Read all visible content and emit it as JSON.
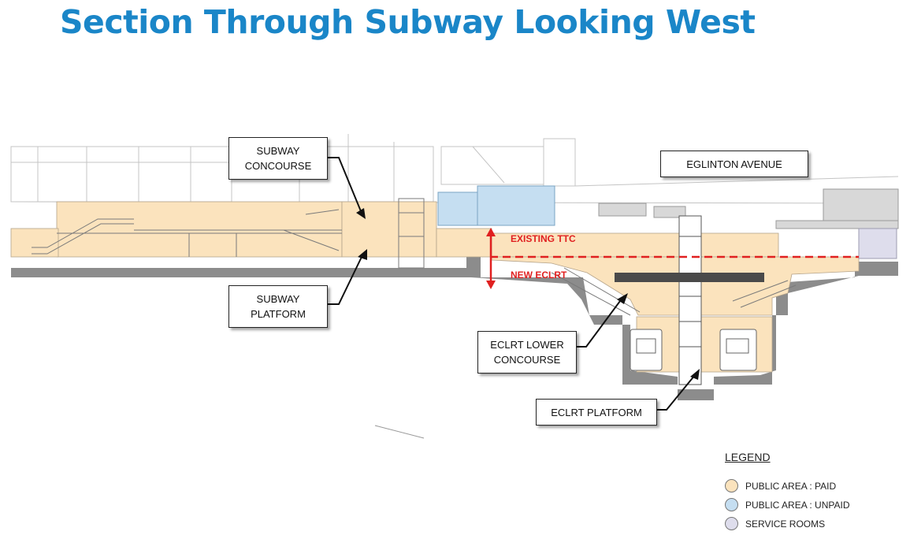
{
  "title": "Section Through Subway Looking West",
  "callouts": {
    "subway_concourse": [
      "SUBWAY",
      "CONCOURSE"
    ],
    "eglinton_avenue": "EGLINTON AVENUE",
    "subway_platform": [
      "SUBWAY",
      "PLATFORM"
    ],
    "eclrt_lower_concourse": [
      "ECLRT LOWER",
      "CONCOURSE"
    ],
    "eclrt_platform": "ECLRT PLATFORM"
  },
  "level_labels": {
    "existing": "EXISTING TTC",
    "new": "NEW ECLRT"
  },
  "legend": {
    "title": "LEGEND",
    "items": [
      {
        "label": "PUBLIC AREA : PAID",
        "color": "#fbe3bd"
      },
      {
        "label": "PUBLIC AREA : UNPAID",
        "color": "#c5def1"
      },
      {
        "label": "SERVICE ROOMS",
        "color": "#deddec"
      }
    ]
  },
  "colors": {
    "title": "#1a86c8",
    "paid": "#fbe3bd",
    "unpaid": "#c5def1",
    "service": "#deddec",
    "structure": "#8c8c8c",
    "level_line": "#e02020"
  }
}
